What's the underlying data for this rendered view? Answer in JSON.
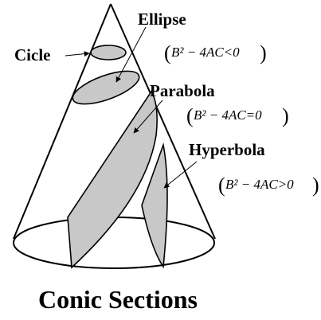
{
  "labels": {
    "circle": "Cicle",
    "ellipse": "Ellipse",
    "parabola": "Parabola",
    "hyperbola": "Hyperbola"
  },
  "equations": {
    "ellipse": "B² − 4AC<0",
    "parabola": "B² − 4AC=0",
    "hyperbola": "B² − 4AC>0"
  },
  "paren_open": "(",
  "paren_close": ")",
  "title": "Conic Sections",
  "colors": {
    "section_fill": "#c8c8c8",
    "stroke": "#000000"
  }
}
